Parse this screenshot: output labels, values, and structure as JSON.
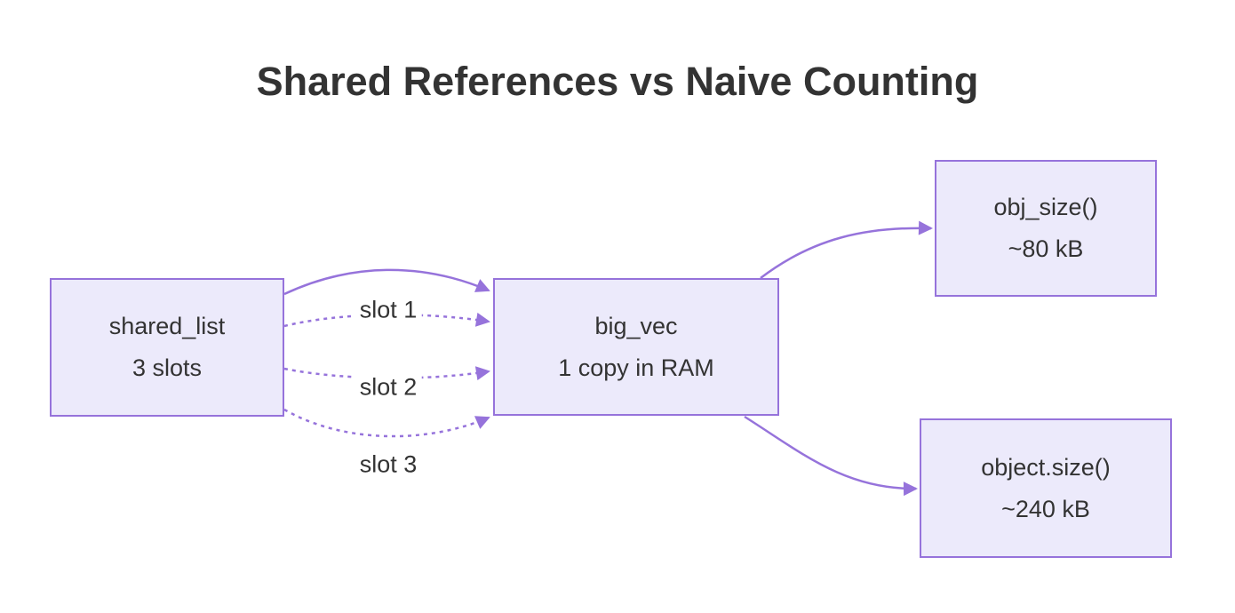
{
  "title": "Shared References vs Naive Counting",
  "colors": {
    "accent_purple": "#9673db",
    "node_fill": "#eceafb",
    "node_border": "#9673db",
    "text": "#333333",
    "background": "#ffffff"
  },
  "nodes": {
    "shared_list": {
      "name": "shared_list",
      "detail": "3 slots"
    },
    "big_vec": {
      "name": "big_vec",
      "detail": "1 copy in RAM"
    },
    "obj_size": {
      "name": "obj_size()",
      "detail": "~80 kB"
    },
    "object_size": {
      "name": "object.size()",
      "detail": "~240 kB"
    }
  },
  "edges": {
    "slot_labels": [
      "slot 1",
      "slot 2",
      "slot 3"
    ]
  }
}
